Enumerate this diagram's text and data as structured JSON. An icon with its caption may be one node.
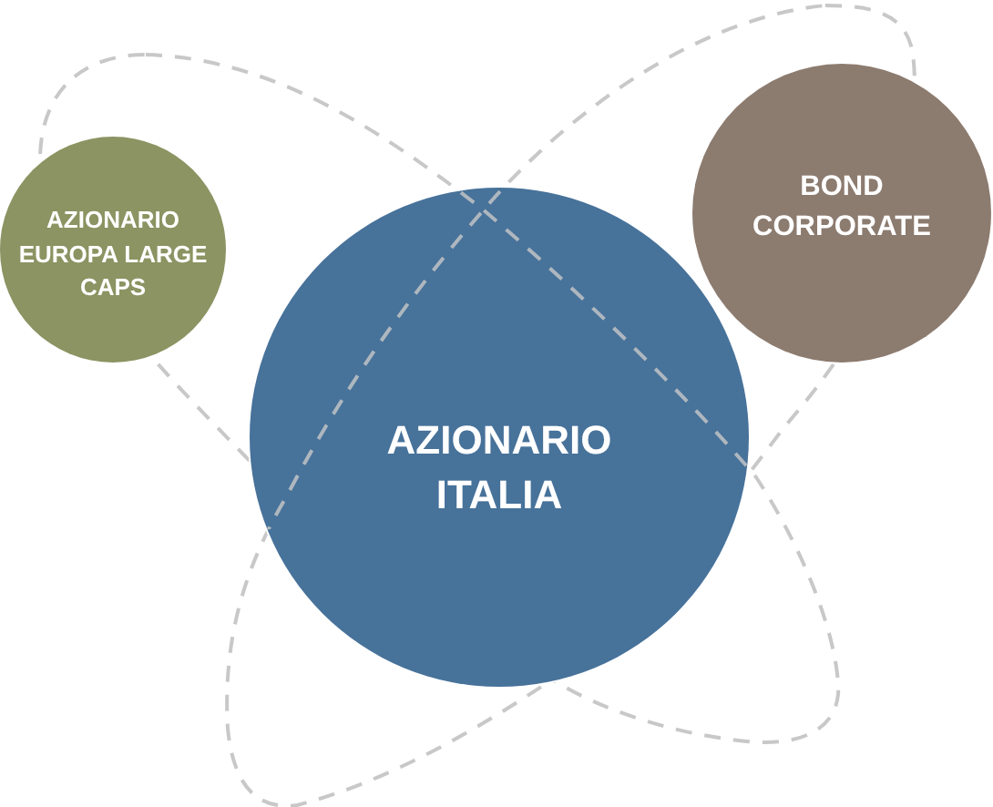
{
  "diagram": {
    "nodes": [
      {
        "text": [
          "AZIONARIO EUROPA LARGE CAPS"
        ]
      },
      {
        "text": [
          "AZIONARIO ITALIA"
        ]
      },
      {
        "text": [
          "BOND CORPORATE"
        ]
      }
    ]
  }
}
